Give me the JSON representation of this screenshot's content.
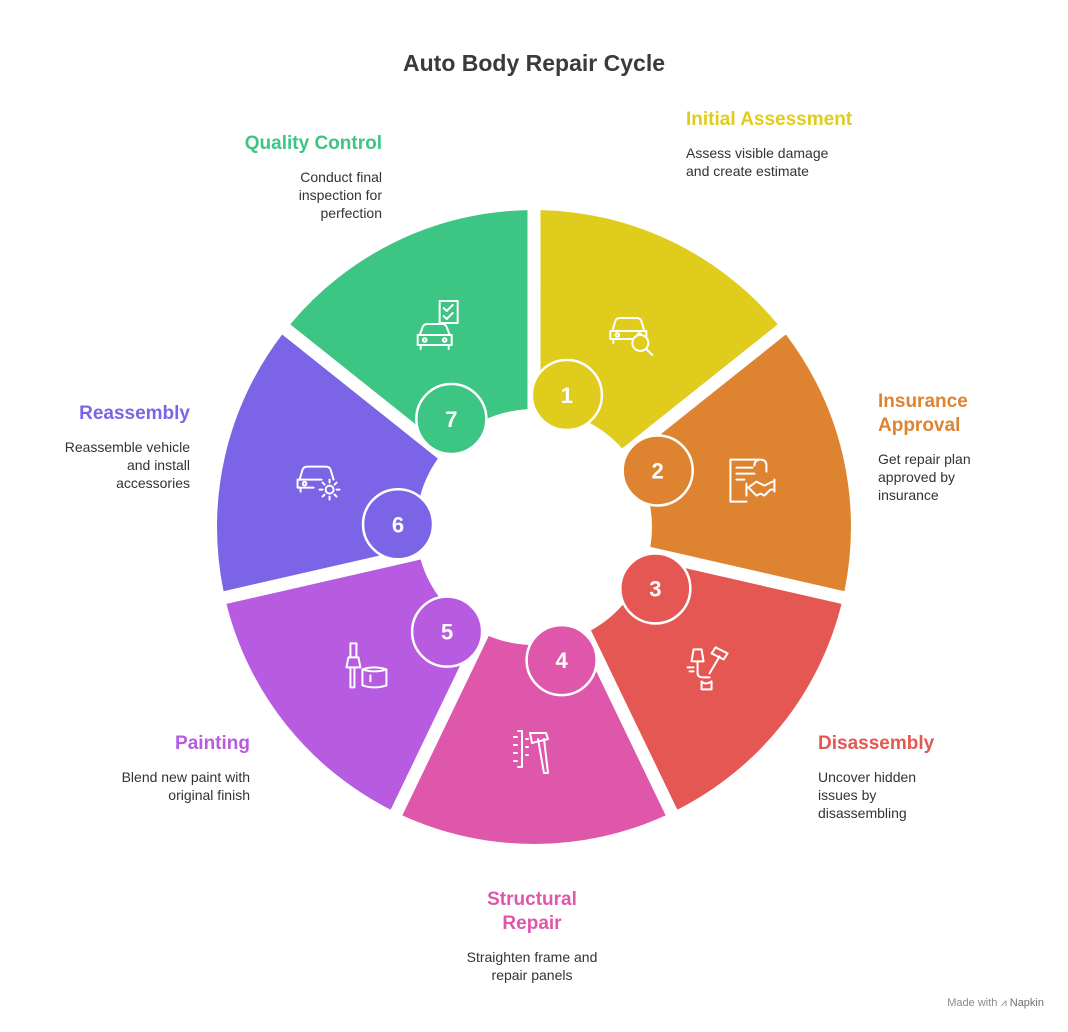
{
  "title": "Auto Body Repair Cycle",
  "colors": {
    "step1": "#DFCC1C",
    "step2": "#DE8431",
    "step3": "#E45753",
    "step4": "#DE57AB",
    "step5": "#B75BE1",
    "step6": "#7C64E6",
    "step7": "#3DC583"
  },
  "steps": [
    {
      "number": "1",
      "title": "Initial Assessment",
      "desc": "Assess visible damage and create estimate",
      "icon": "car-search-icon"
    },
    {
      "number": "2",
      "title": "Insurance Approval",
      "desc": "Get repair plan approved by insurance",
      "icon": "document-handshake-icon"
    },
    {
      "number": "3",
      "title": "Disassembly",
      "desc": "Uncover hidden issues by disassembling",
      "icon": "car-part-hammer-icon"
    },
    {
      "number": "4",
      "title": "Structural Repair",
      "desc": "Straighten frame and repair panels",
      "icon": "panel-hammer-icon"
    },
    {
      "number": "5",
      "title": "Painting",
      "desc": "Blend new paint with original finish",
      "icon": "paintbrush-can-icon"
    },
    {
      "number": "6",
      "title": "Reassembly",
      "desc": "Reassemble vehicle and install accessories",
      "icon": "car-gear-icon"
    },
    {
      "number": "7",
      "title": "Quality Control",
      "desc": "Conduct final inspection for perfection",
      "icon": "car-checklist-icon"
    }
  ],
  "footer": {
    "made_with": "Made with",
    "brand": "Napkin"
  }
}
